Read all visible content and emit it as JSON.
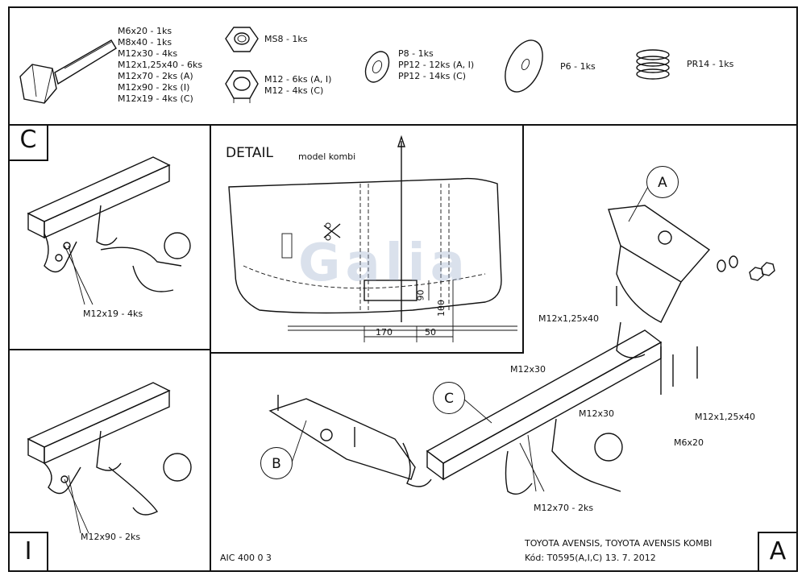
{
  "parts": {
    "bolt_list": [
      "M6x20 - 1ks",
      "M8x40 - 1ks",
      "M12x30 - 4ks",
      "M12x1,25x40 - 6ks",
      "M12x70 - 2ks (A)",
      "M12x90 - 2ks (I)",
      "M12x19 - 4ks (C)"
    ],
    "nut_ms8": "MS8 - 1ks",
    "nut_m12": [
      "M12 - 6ks (A, I)",
      "M12 - 4ks (C)"
    ],
    "washer_p8": [
      "P8 - 1ks",
      "PP12 - 12ks (A, I)",
      "PP12 - 14ks (C)"
    ],
    "washer_p6": "P6 - 1ks",
    "spring": "PR14 - 1ks"
  },
  "panel_c": {
    "corner": "C",
    "bolt_label": "M12x19 - 4ks"
  },
  "panel_i": {
    "corner": "I",
    "bolt_label": "M12x90 - 2ks"
  },
  "detail": {
    "title": "DETAIL",
    "subtitle": "model kombi",
    "dim_170": "170",
    "dim_50": "50",
    "dim_90": "90",
    "dim_100": "100"
  },
  "main": {
    "callout_a": "A",
    "callout_b": "B",
    "callout_c": "C",
    "label_m12x125x40_top": "M12x1,25x40",
    "label_m12x30_left": "M12x30",
    "label_m12x30_mid": "M12x30",
    "label_m12x125x40_right": "M12x1,25x40",
    "label_m6x20": "M6x20",
    "label_m12x70": "M12x70 - 2ks",
    "corner": "A"
  },
  "footer": {
    "code": "AIC 400 0 3",
    "vehicle": "TOYOTA AVENSIS, TOYOTA AVENSIS KOMBI",
    "kod": "Kód: T0595(A,I,C)  13. 7. 2012"
  },
  "brand": {
    "logo_text": "Galia"
  }
}
